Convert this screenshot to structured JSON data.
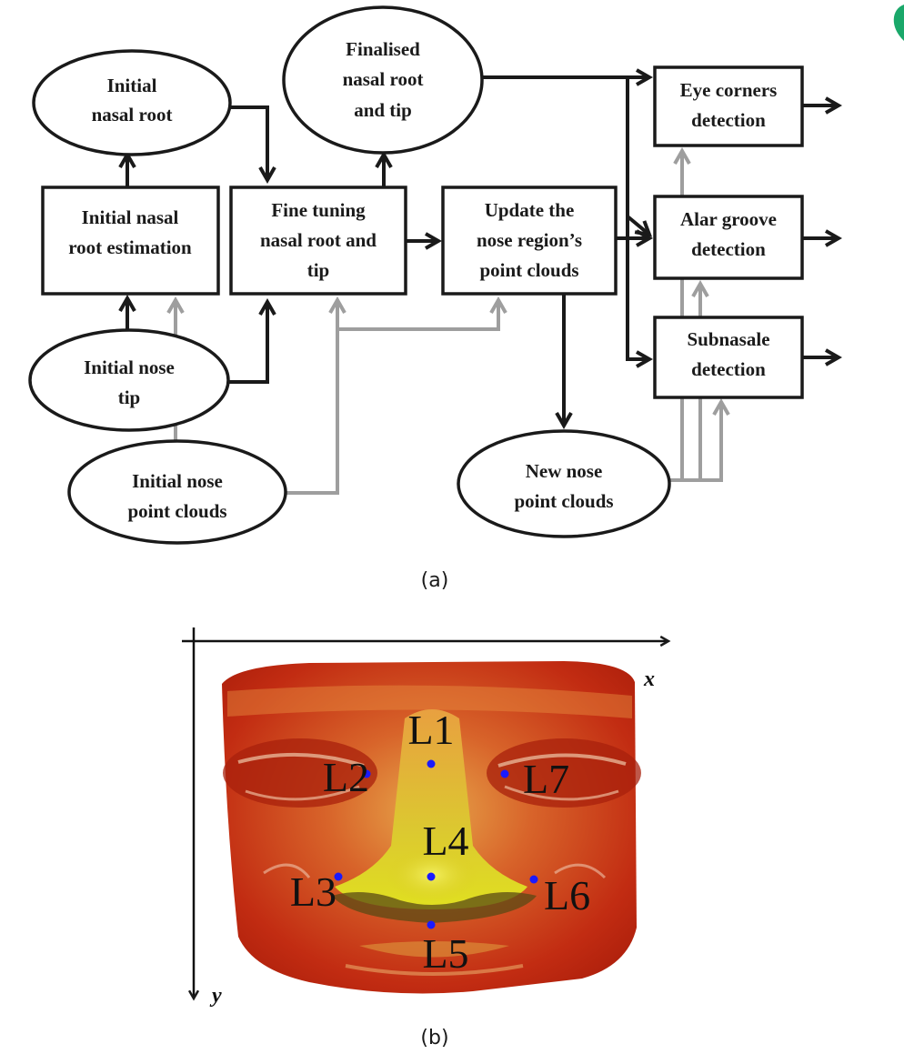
{
  "diagram": {
    "nodes": {
      "initial_nasal_root": [
        "Initial",
        "nasal root"
      ],
      "finalised": [
        "Finalised",
        "nasal root",
        "and tip"
      ],
      "initial_root_estimation": [
        "Initial nasal",
        "root estimation"
      ],
      "fine_tuning": [
        "Fine tuning",
        "nasal root and",
        "tip"
      ],
      "update_nose": [
        "Update the",
        "nose region’s",
        "point clouds"
      ],
      "initial_nose_tip": [
        "Initial nose",
        "tip"
      ],
      "initial_point_clouds": [
        "Initial nose",
        "point clouds"
      ],
      "new_point_clouds": [
        "New nose",
        "point clouds"
      ],
      "eye_corners": [
        "Eye corners",
        "detection"
      ],
      "alar_groove": [
        "Alar groove",
        "detection"
      ],
      "subnasale": [
        "Subnasale",
        "detection"
      ]
    },
    "caption": "(a)"
  },
  "face": {
    "landmarks": [
      {
        "id": "L1",
        "label": "L1"
      },
      {
        "id": "L2",
        "label": "L2"
      },
      {
        "id": "L7",
        "label": "L7"
      },
      {
        "id": "L4",
        "label": "L4"
      },
      {
        "id": "L3",
        "label": "L3"
      },
      {
        "id": "L6",
        "label": "L6"
      },
      {
        "id": "L5",
        "label": "L5"
      }
    ],
    "x_axis_label": "x",
    "y_axis_label": "y",
    "caption": "(b)",
    "colors": {
      "skin_base": "#c62a10",
      "skin_highlight": "#e8b030",
      "nose_tip": "#d8d820",
      "landmark_dot": "#1a1aff"
    }
  }
}
